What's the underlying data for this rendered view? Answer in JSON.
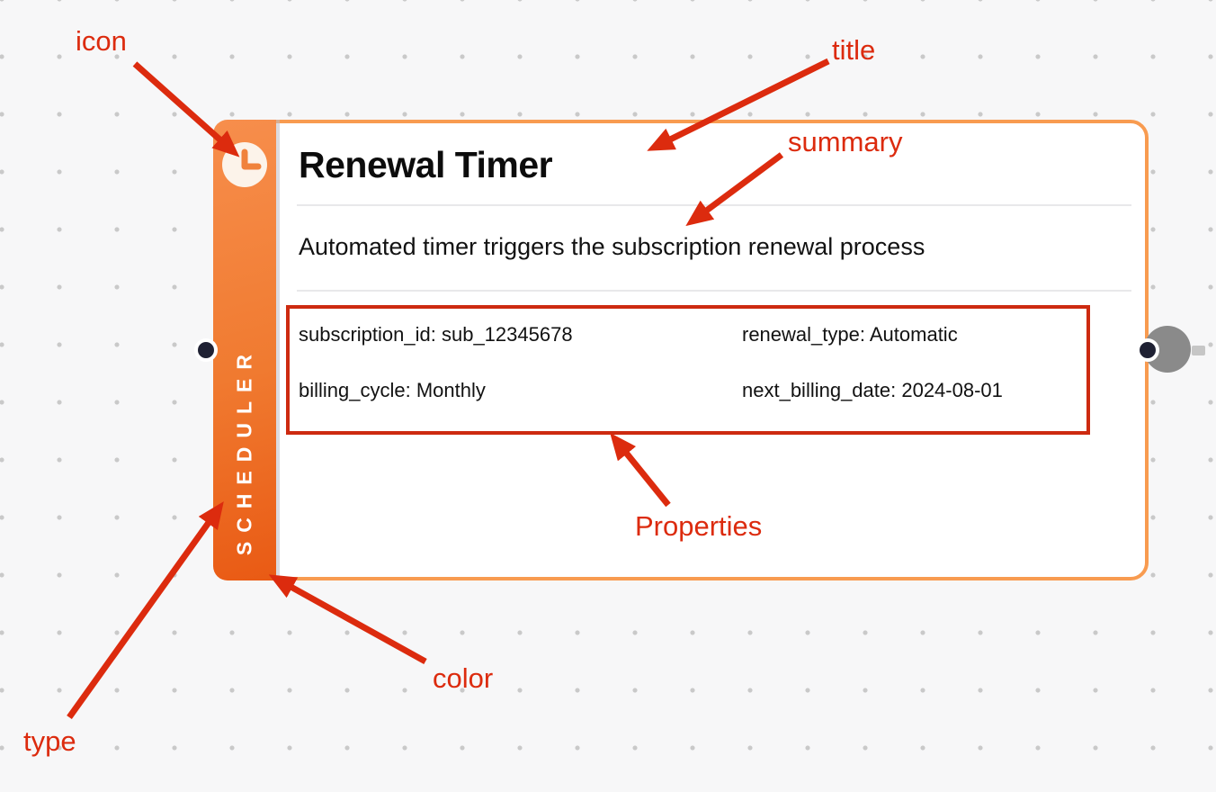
{
  "node": {
    "type_label": "SCHEDULER",
    "icon": "clock",
    "title": "Renewal Timer",
    "summary": "Automated timer triggers the subscription renewal process",
    "properties": [
      {
        "key": "subscription_id",
        "value": "sub_12345678",
        "text": "subscription_id: sub_12345678"
      },
      {
        "key": "renewal_type",
        "value": "Automatic",
        "text": "renewal_type: Automatic"
      },
      {
        "key": "billing_cycle",
        "value": "Monthly",
        "text": "billing_cycle: Monthly"
      },
      {
        "key": "next_billing_date",
        "value": "2024-08-01",
        "text": "next_billing_date: 2024-08-01"
      }
    ]
  },
  "annotations": {
    "labels": {
      "icon": "icon",
      "title": "title",
      "summary": "summary",
      "properties": "Properties",
      "color": "color",
      "type": "type"
    }
  },
  "colors": {
    "annotation_red": "#dc2b0e",
    "node_border": "#f89b50",
    "sidebar_gradient_top": "#f78e4c",
    "sidebar_gradient_bottom": "#e95a14",
    "icon_background": "#fcf3ea",
    "icon_glyph": "#f0823c",
    "properties_border": "#cd2a10",
    "canvas_background": "#f7f7f8",
    "grid_dot": "#c9c9c9",
    "port_dark": "#1f2133",
    "output_handle_gray": "#8a8a8a"
  }
}
